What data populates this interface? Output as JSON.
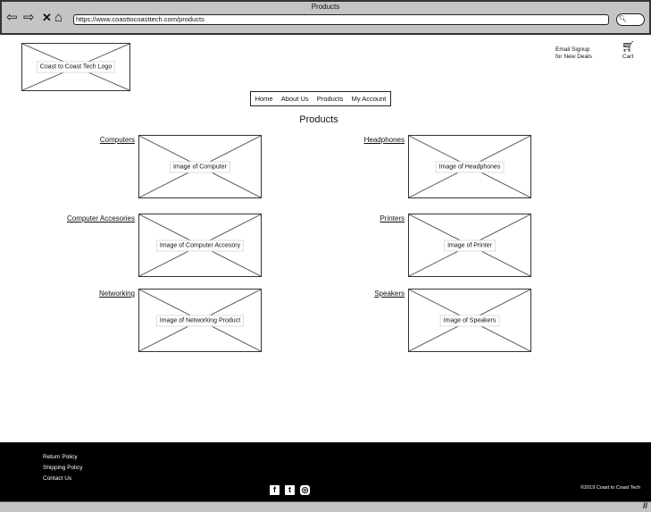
{
  "browser": {
    "title": "Products",
    "url": "https://www.coasttocoasttech.com/products"
  },
  "header": {
    "logo": "Coast to Coast Tech Logo",
    "email_signup": "Email Signup\nfor New Deals",
    "cart": "Cart"
  },
  "nav": [
    "Home",
    "About Us",
    "Products",
    "My Account"
  ],
  "page_title": "Products",
  "categories": [
    {
      "label": "Computers",
      "image": "Image of Computer"
    },
    {
      "label": "Headphones",
      "image": "Image of Headphones"
    },
    {
      "label": "Computer Accesories",
      "image": "Image of Computer Accesory"
    },
    {
      "label": "Printers",
      "image": "Image of Printer"
    },
    {
      "label": "Networking",
      "image": "Image of Networking Product"
    },
    {
      "label": "Speakers",
      "image": "Image of Speakers"
    }
  ],
  "footer": {
    "links": [
      "Return Policy",
      "Shipping Policy",
      "Contact Us"
    ],
    "copyright": "©2019 Coast to Coast Tech"
  }
}
